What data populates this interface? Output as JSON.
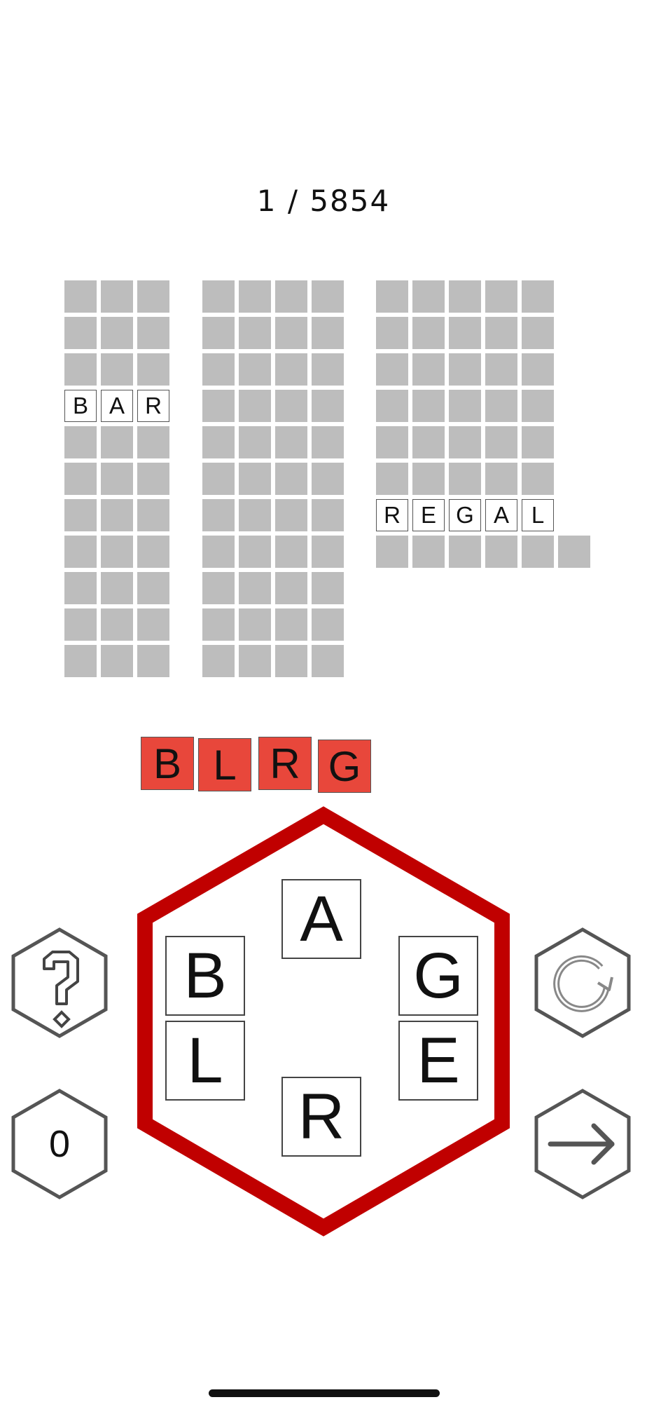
{
  "level": {
    "counter": "1 / 5854"
  },
  "board": {
    "columns": [
      {
        "id": "col1",
        "cols": 3,
        "rows": 11,
        "solved": [
          {
            "row": 3,
            "letters": [
              "B",
              "A",
              "R"
            ]
          }
        ],
        "extra": []
      },
      {
        "id": "col2",
        "cols": 4,
        "rows": 11,
        "solved": [],
        "extra": []
      },
      {
        "id": "col3",
        "cols": 5,
        "rows": 8,
        "solved": [
          {
            "row": 6,
            "letters": [
              "R",
              "E",
              "G",
              "A",
              "L"
            ]
          }
        ],
        "extra": [
          {
            "row": 7,
            "col": 5
          }
        ]
      }
    ]
  },
  "selection": {
    "letters": [
      "B",
      "L",
      "R",
      "G"
    ],
    "color": "#e8473b"
  },
  "wheel": {
    "letters": {
      "top": "A",
      "upper_left": "B",
      "lower_left": "L",
      "bottom": "R",
      "upper_right": "G",
      "lower_right": "E"
    },
    "frame_color": "#c00000"
  },
  "buttons": {
    "help": {
      "icon": "question-mark-icon"
    },
    "shuffle": {
      "icon": "rotate-icon"
    },
    "hint": {
      "count": "0"
    },
    "next": {
      "icon": "arrow-right-icon"
    }
  }
}
